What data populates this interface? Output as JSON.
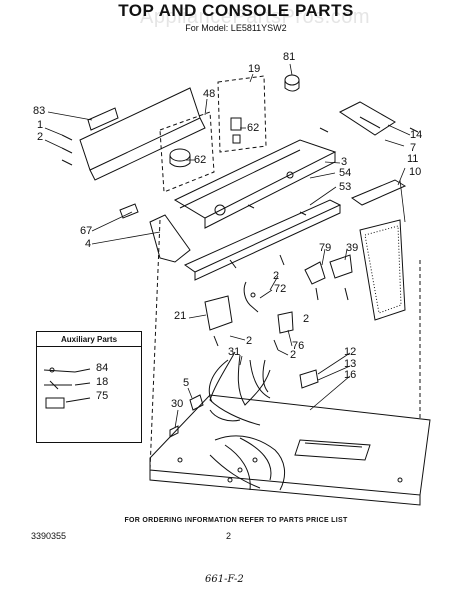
{
  "header": {
    "title": "TOP AND CONSOLE PARTS",
    "model_line": "For Model: LE5811YSW2",
    "watermark": "AppliancePartsPros.com"
  },
  "callouts": {
    "c81": "81",
    "c19": "19",
    "c83": "83",
    "c1": "1",
    "c2": "2",
    "c48": "48",
    "c62a": "62",
    "c62b": "62",
    "c14": "14",
    "c7": "7",
    "c3": "3",
    "c11": "11",
    "c54": "54",
    "c10": "10",
    "c53": "53",
    "c67": "67",
    "c4": "4",
    "c79": "79",
    "c39": "39",
    "c2b": "2",
    "c72": "72",
    "c21": "21",
    "c2c": "2",
    "c2d": "2",
    "c76": "76",
    "c2e": "2",
    "c31": "31",
    "c12": "12",
    "c13": "13",
    "c16": "16",
    "c5": "5",
    "c30": "30",
    "c84": "84",
    "c18": "18",
    "c75": "75"
  },
  "auxiliary": {
    "title": "Auxiliary Parts"
  },
  "footer": {
    "note": "FOR ORDERING INFORMATION REFER TO PARTS PRICE LIST",
    "doc_number": "3390355",
    "page": "2",
    "handwritten": "661-F-2"
  },
  "colors": {
    "ink": "#111111",
    "paper": "#ffffff",
    "watermark": "#d0d0d0"
  }
}
